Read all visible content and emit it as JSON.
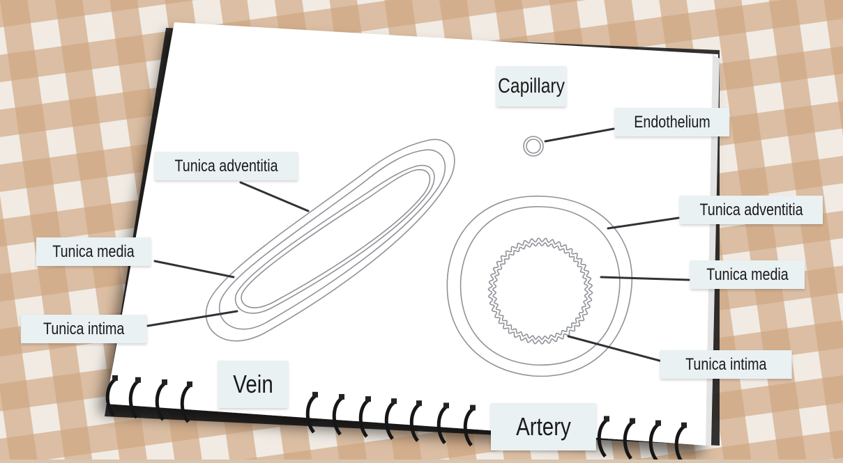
{
  "colors": {
    "tablecloth_light": "#f1ebe4",
    "tablecloth_dark": "#c08a5c",
    "paper": "#ffffff",
    "label_background": "#e9f1f3",
    "leader_line": "#2f3336",
    "vessel_outline": "#8f9297",
    "binding_ring": "#161616"
  },
  "labels": {
    "capillary": "Capillary",
    "endothelium": "Endothelium",
    "vein": "Vein",
    "artery": "Artery",
    "vein_tunica_adventitia": "Tunica adventitia",
    "vein_tunica_media": "Tunica media",
    "vein_tunica_intima": "Tunica intima",
    "artery_tunica_adventitia": "Tunica adventitia",
    "artery_tunica_media": "Tunica media",
    "artery_tunica_intima": "Tunica intima"
  },
  "icons": {
    "binding": "spiral-binding-icon"
  }
}
